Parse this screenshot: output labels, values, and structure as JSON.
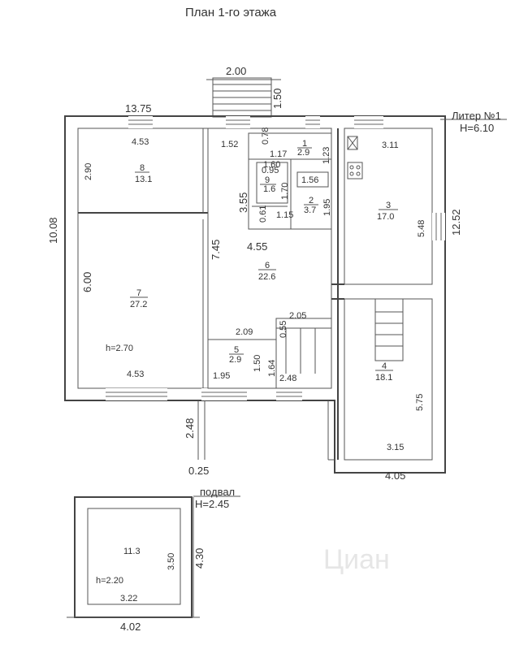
{
  "title": "План 1-го этажа",
  "liter": {
    "label": "Литер №1",
    "height": "H=6.10"
  },
  "dims": {
    "porch_width": "2.00",
    "porch_depth": "1.50",
    "top_left_length": "13.75",
    "left_height": "10.08",
    "right_height": "12.52",
    "top_room8": "4.53",
    "room8_side": "2.90",
    "hall_top": "1.52",
    "small_078": "0.78",
    "small_117": "1.17",
    "small_160": "1.60",
    "small_095": "0.95",
    "small_123": "1.23",
    "small_156": "1.56",
    "small_170": "1.70",
    "small_061": "0.61",
    "small_115": "1.15",
    "small_195a": "1.95",
    "hall_355": "3.55",
    "hall_745": "7.45",
    "hall_455": "4.55",
    "room7_side": "6.00",
    "room7_ceiling": "h=2.70",
    "room7_bottom": "4.53",
    "room3_top": "3.11",
    "room3_side": "5.48",
    "stair_205": "2.05",
    "stair_209": "2.09",
    "stair_055": "0.55",
    "stair_150": "1.50",
    "stair_164": "1.64",
    "stair_195": "1.95",
    "stair_248": "2.48",
    "room4_side": "5.75",
    "room4_bottom": "3.15",
    "room4_total": "4.05",
    "ext_248": "2.48",
    "ext_025": "0.25"
  },
  "rooms": [
    {
      "num": "8",
      "area": "13.1"
    },
    {
      "num": "1",
      "area": "2.9"
    },
    {
      "num": "9",
      "area": "1.6"
    },
    {
      "num": "2",
      "area": "3.7"
    },
    {
      "num": "3",
      "area": "17.0"
    },
    {
      "num": "6",
      "area": "22.6"
    },
    {
      "num": "7",
      "area": "27.2"
    },
    {
      "num": "5",
      "area": "2.9"
    },
    {
      "num": "4",
      "area": "18.1"
    }
  ],
  "basement": {
    "label": "подвал",
    "height": "H=2.45",
    "area": "11.3",
    "ceiling": "h=2.20",
    "inner_bottom": "3.22",
    "inner_side": "3.50",
    "outer_side": "4.30",
    "outer_bottom": "4.02"
  },
  "watermark": "Циан"
}
